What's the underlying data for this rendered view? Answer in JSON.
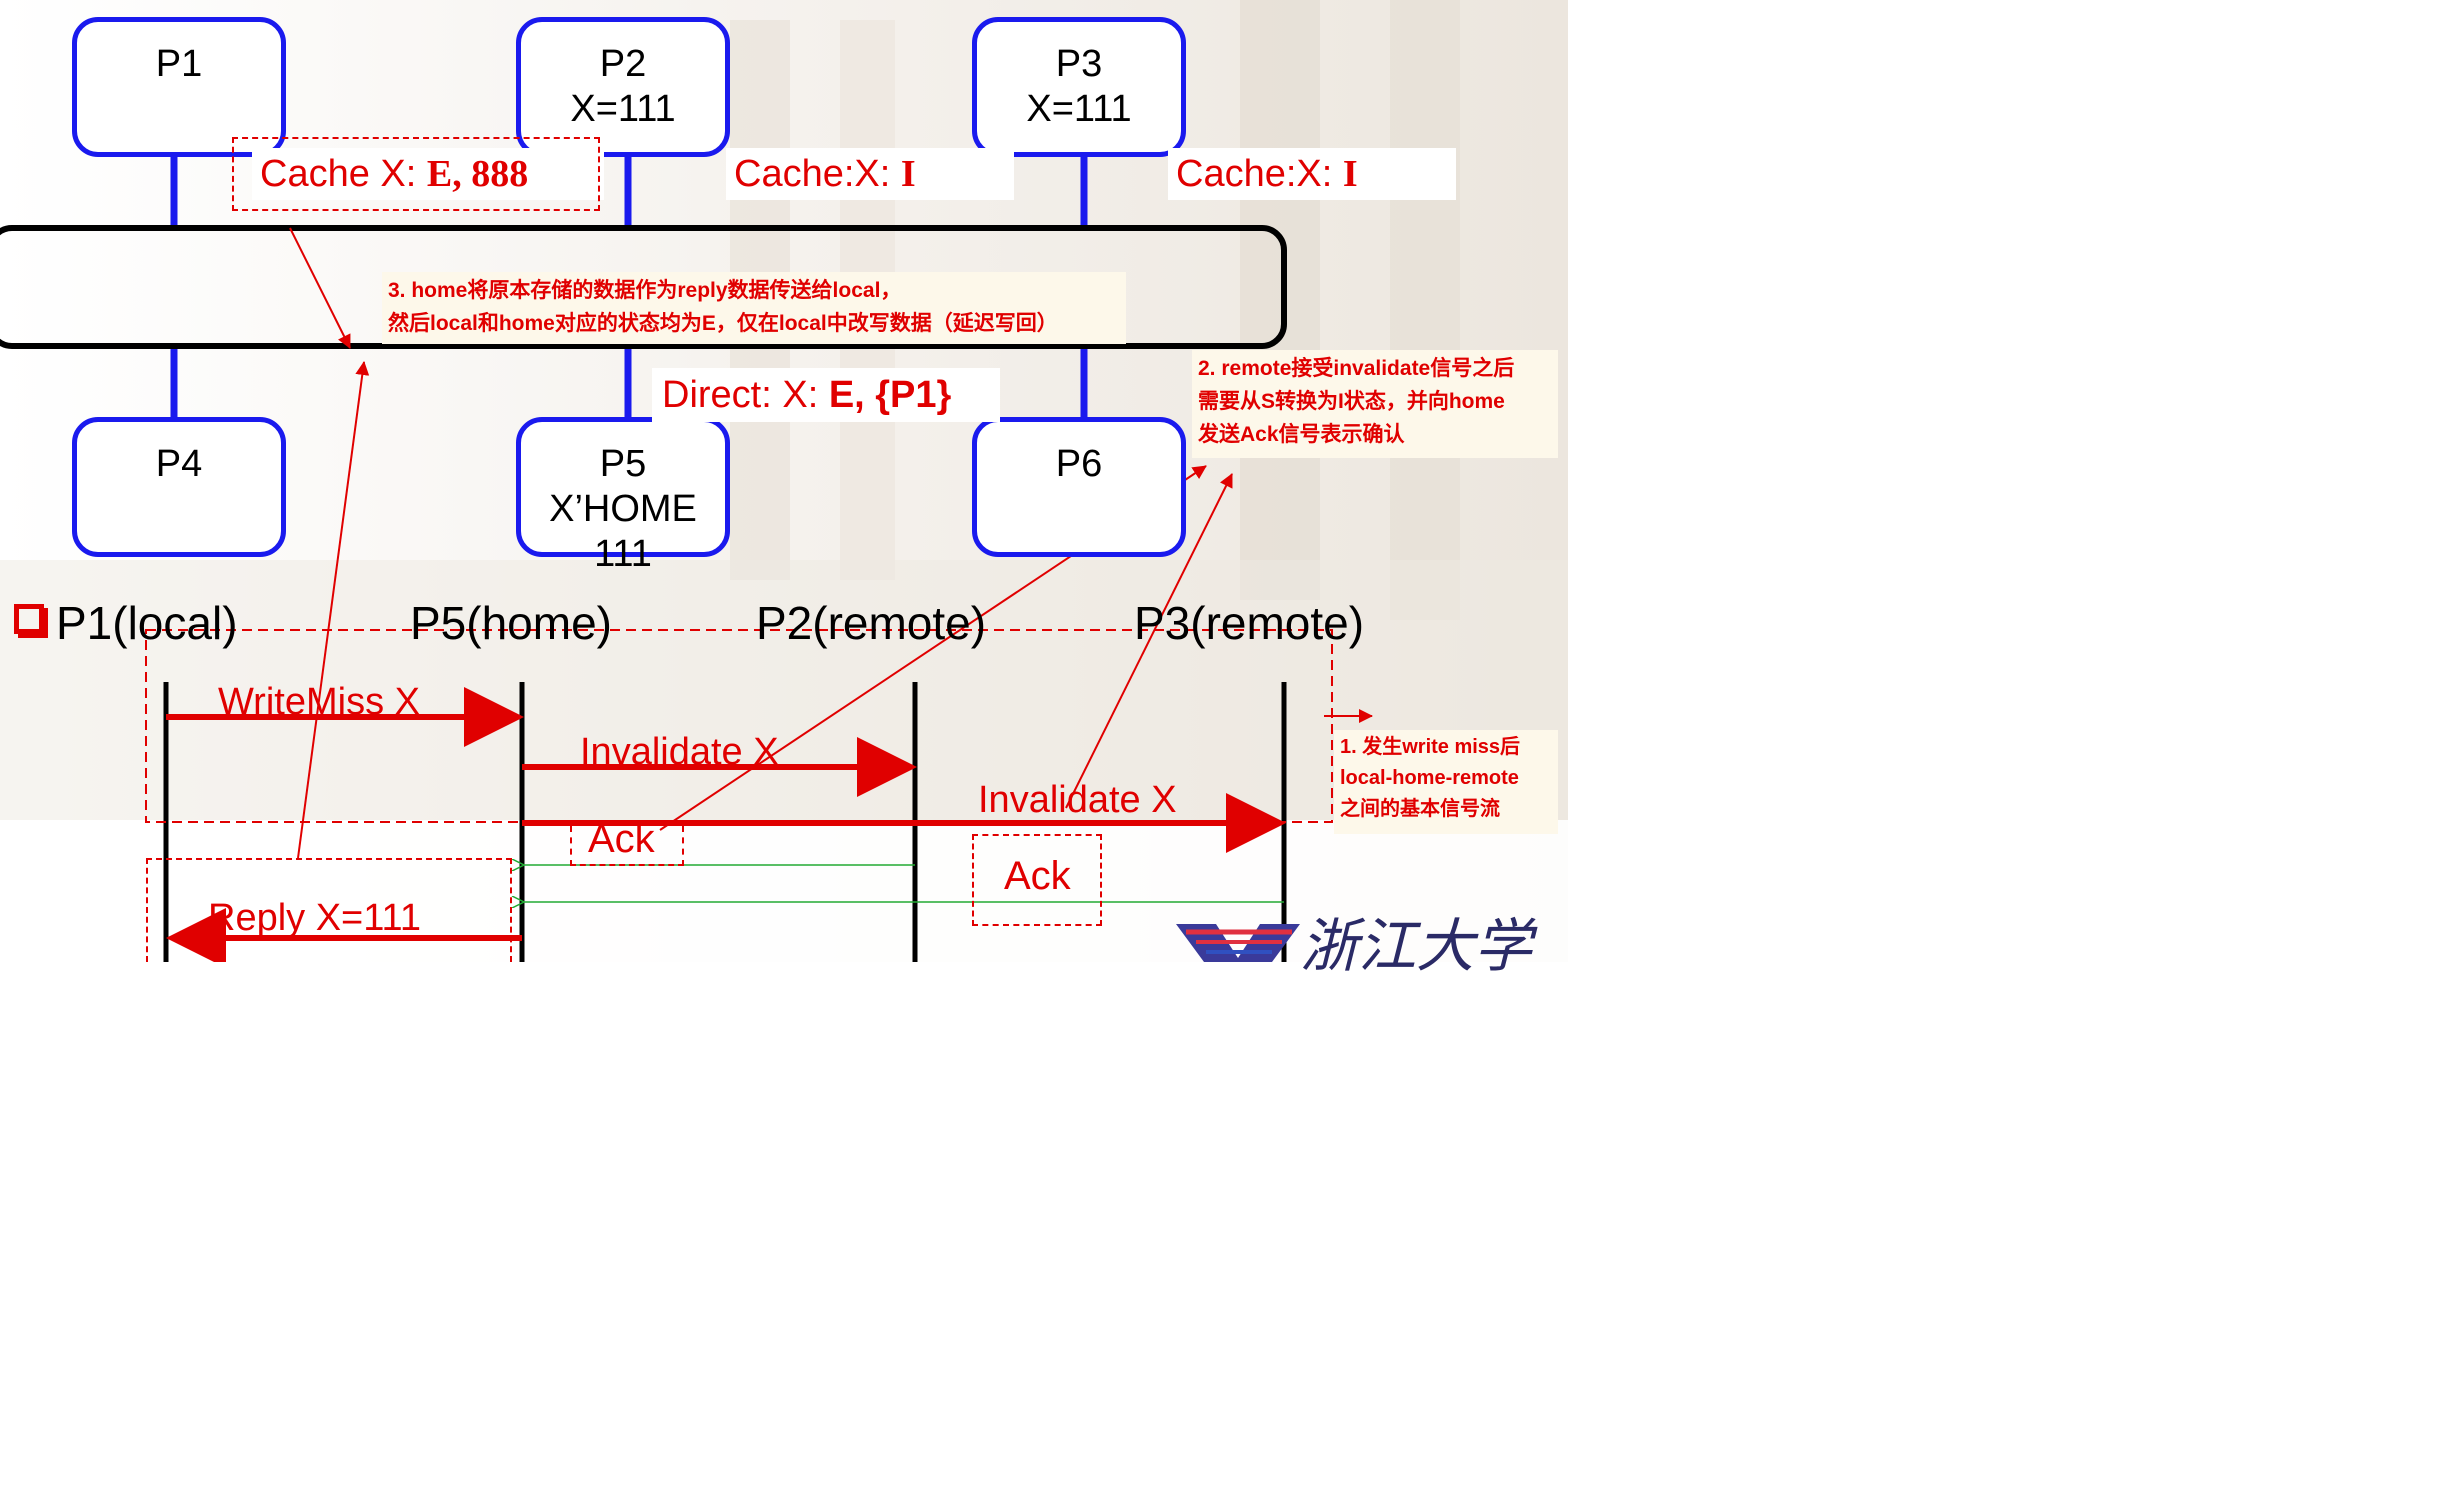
{
  "processors": [
    {
      "id": "P1",
      "lines": [
        "P1"
      ]
    },
    {
      "id": "P2",
      "lines": [
        "P2",
        "X=111"
      ]
    },
    {
      "id": "P3",
      "lines": [
        "P3",
        "X=111"
      ]
    },
    {
      "id": "P4",
      "lines": [
        "P4"
      ]
    },
    {
      "id": "P5",
      "lines": [
        "P5",
        "X’HOME",
        "111"
      ]
    },
    {
      "id": "P6",
      "lines": [
        "P6"
      ]
    }
  ],
  "cache_labels": {
    "p1": {
      "prefix": "Cache X: ",
      "state": "E",
      "value": "888"
    },
    "p2": {
      "prefix": "Cache:X:  ",
      "state": "I"
    },
    "p3": {
      "prefix": "Cache:X:  ",
      "state": "I"
    }
  },
  "directory": {
    "prefix": "Direct: X: ",
    "state": "E, {P1}"
  },
  "notes": {
    "note3": [
      "3. home将原本存储的数据作为reply数据传送给local，",
      "然后local和home对应的状态均为E，仅在local中改写数据（延迟写回）"
    ],
    "note2": [
      "2. remote接受invalidate信号之后",
      "需要从S转换为I状态，并向home",
      "发送Ack信号表示确认"
    ],
    "note1": [
      "1. 发生write miss后",
      "local-home-remote",
      "之间的基本信号流"
    ]
  },
  "roles": {
    "p1": "P1(local)",
    "p5": "P5(home)",
    "p2": "P2(remote)",
    "p3": "P3(remote)"
  },
  "messages": {
    "write_miss": "WriteMiss X",
    "invalidate1": "Invalidate  X",
    "invalidate2": "Invalidate  X",
    "ack1": "Ack",
    "ack2": "Ack",
    "reply": "Reply X=111"
  },
  "logo": {
    "text": "浙江大学"
  },
  "colors": {
    "processor_border": "#1a1aee",
    "annotation_red": "#e00000",
    "ack_green": "#22aa33"
  }
}
